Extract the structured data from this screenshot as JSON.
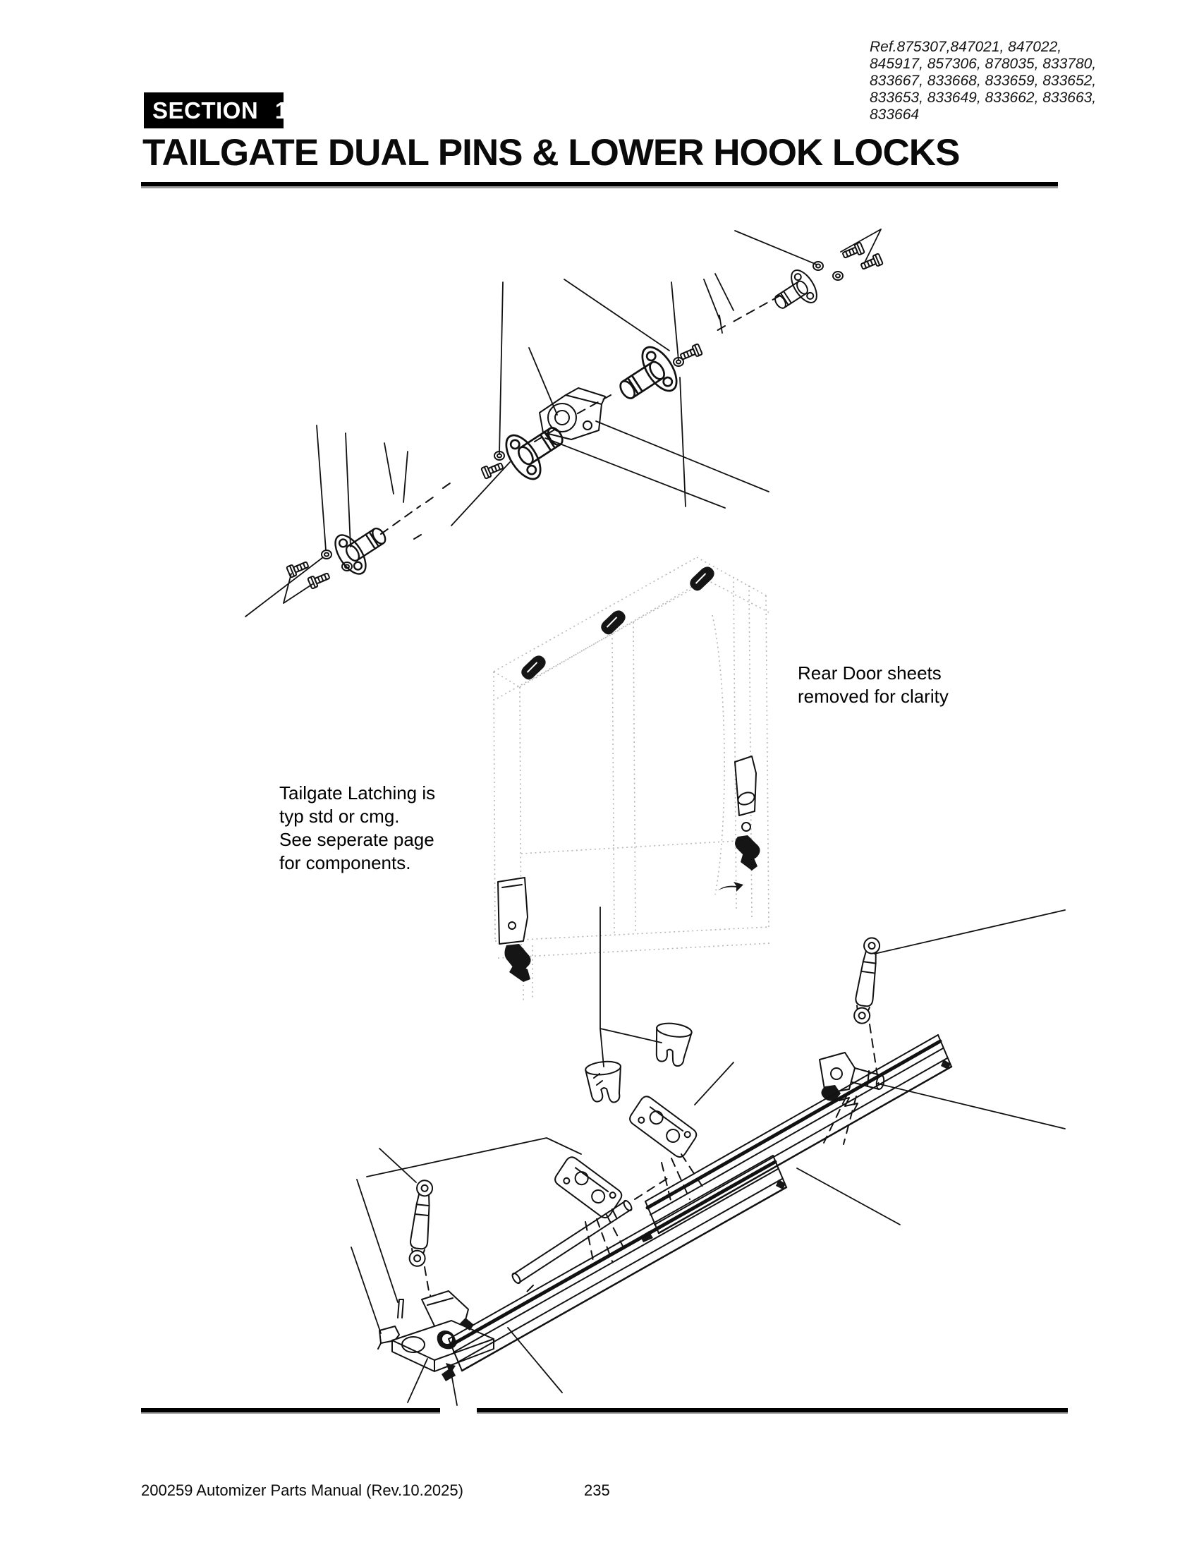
{
  "header": {
    "ref_lines": [
      "Ref.875307,847021, 847022,",
      "845917, 857306, 878035, 833780,",
      "833667, 833668, 833659, 833652,",
      "833653, 833649, 833662, 833663,",
      "833664"
    ],
    "section_label": "SECTION 1",
    "title": "TAILGATE DUAL PINS & LOWER HOOK LOCKS"
  },
  "diagram": {
    "rear_door_note": [
      "Rear Door sheets",
      "removed for clarity"
    ],
    "latching_note": [
      "Tailgate Latching is",
      "typ std or cmg.",
      "See seperate page",
      "for components."
    ]
  },
  "footer": {
    "manual_title": "200259 Automizer Parts Manual (Rev.10.2025)",
    "page_number": "235"
  },
  "colors": {
    "ink": "#111111",
    "badge_bg": "#000000",
    "badge_text": "#ffffff",
    "wireframe": "#b5b5b5"
  }
}
